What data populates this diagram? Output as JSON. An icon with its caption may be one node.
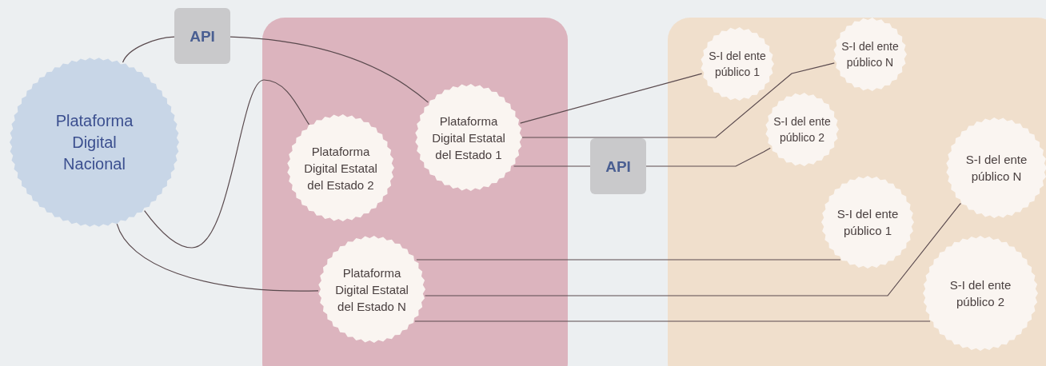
{
  "diagram": {
    "nodes": [
      {
        "text": [
          "Plataforma Digital Nacional"
        ]
      },
      {
        "text": [
          "API"
        ]
      },
      {
        "text": [],
        "shape": "box"
      },
      {
        "text": [
          "Plataforma Digital Estatal del Estado 1"
        ],
        "in": 2
      },
      {
        "text": [
          "Plataforma Digital Estatal del Estado 2"
        ],
        "in": 2
      },
      {
        "text": [
          "Plataforma Digital Estatal del Estado N"
        ],
        "in": 2
      },
      {
        "text": [
          "API"
        ]
      },
      {
        "text": [],
        "shape": "box"
      },
      {
        "text": [
          "S-I del ente público 1"
        ],
        "in": 7
      },
      {
        "text": [
          "S-I del ente público N"
        ],
        "in": 7
      },
      {
        "text": [
          "S-I del ente público 2"
        ],
        "in": 7
      },
      {
        "text": [
          "S-I del ente público N"
        ],
        "in": 7
      },
      {
        "text": [
          "S-I del ente público 1"
        ],
        "in": 7
      },
      {
        "text": [
          "S-I del ente público 2"
        ],
        "in": 7
      }
    ],
    "edges": [
      {
        "from": 0,
        "to": 1,
        "arrow": "none"
      },
      {
        "from": 1,
        "to": 3,
        "arrow": "none"
      },
      {
        "from": 0,
        "to": 4,
        "arrow": "none"
      },
      {
        "from": 0,
        "to": 5,
        "arrow": "none"
      },
      {
        "from": 3,
        "to": 8,
        "arrow": "none"
      },
      {
        "from": 3,
        "to": 9,
        "arrow": "none"
      },
      {
        "from": 3,
        "to": 6,
        "arrow": "none"
      },
      {
        "from": 6,
        "to": 10,
        "arrow": "none"
      },
      {
        "from": 5,
        "to": 12,
        "arrow": "none"
      },
      {
        "from": 5,
        "to": 11,
        "arrow": "none"
      },
      {
        "from": 5,
        "to": 13,
        "arrow": "none"
      }
    ]
  }
}
